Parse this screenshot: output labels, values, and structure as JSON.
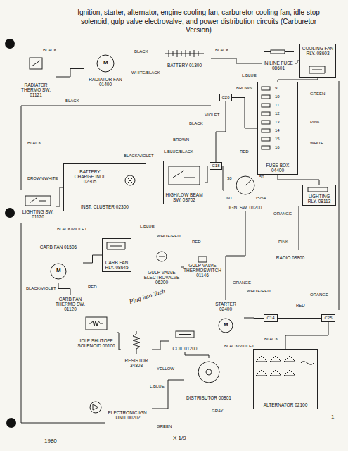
{
  "diagram": {
    "title": "Ignition, starter, alternator, engine cooling fan, carburetor cooling fan, idle stop solenoid, gulp valve electrovalve, and power distribution circuits (Carburetor Version)",
    "nodes": [
      {
        "text": [
          "BATTERY 01300"
        ]
      },
      {
        "text": [
          "RADIATOR FAN 01400"
        ]
      },
      {
        "text": [
          "RADIATOR THERMO SW. 01121"
        ]
      },
      {
        "text": [
          "IN LINE FUSE 08601"
        ]
      },
      {
        "text": [
          "COOLING FAN RLY. 08603"
        ]
      },
      {
        "text": [
          "FUSE BOX 04400"
        ]
      },
      {
        "text": [
          "C20"
        ]
      },
      {
        "text": [
          "INST. CLUSTER 02300"
        ]
      },
      {
        "text": [
          "BATTERY CHARGE INDI. 02305"
        ],
        "in": 7
      },
      {
        "text": [
          "HIGH/LOW BEAM SW. 03702"
        ]
      },
      {
        "text": [
          "C18"
        ]
      },
      {
        "text": [
          "IGN. SW. 01200"
        ]
      },
      {
        "text": [
          "LIGHTING RLY. 08113"
        ]
      },
      {
        "text": [
          "LIGHTING SW. 01120"
        ]
      },
      {
        "text": [
          "CARB FAN RLY. 08645"
        ]
      },
      {
        "text": [
          "GULP VALVE ELECTROVALVE 06200"
        ]
      },
      {
        "text": [
          "GULP VALVE THERMOSWITCH 01146"
        ]
      },
      {
        "text": [
          "RADIO 08800"
        ]
      },
      {
        "text": [
          "CARB FAN 01506"
        ]
      },
      {
        "text": [
          "CARB FAN THERMO SW. 01120"
        ]
      },
      {
        "text": [
          "STARTER 02400"
        ]
      },
      {
        "text": [
          "IDLE SHUTOFF SOLENOID 06100"
        ]
      },
      {
        "text": [
          "RESISTOR 34803"
        ]
      },
      {
        "text": [
          "COIL 01200"
        ]
      },
      {
        "text": [
          "DISTRIBUTOR 00801"
        ]
      },
      {
        "text": [
          "ALTERNATOR 02100"
        ]
      },
      {
        "text": [
          "ELECTRONIC IGN. UNIT 00202"
        ]
      },
      {
        "text": [
          "C14"
        ]
      },
      {
        "text": [
          "C25"
        ]
      }
    ],
    "edges": [
      {
        "from": 2,
        "to": 1,
        "arrow": "none"
      },
      {
        "from": 0,
        "to": 3,
        "arrow": "none"
      },
      {
        "from": 3,
        "to": 4,
        "arrow": "none"
      },
      {
        "from": 4,
        "to": 5,
        "arrow": "none"
      },
      {
        "from": 6,
        "to": 5,
        "arrow": "none"
      },
      {
        "from": 6,
        "to": 10,
        "arrow": "none"
      },
      {
        "from": 10,
        "to": 11,
        "arrow": "none"
      },
      {
        "from": 9,
        "to": 10,
        "arrow": "none"
      },
      {
        "from": 5,
        "to": 12,
        "arrow": "none"
      },
      {
        "from": 13,
        "to": 7,
        "arrow": "none"
      },
      {
        "from": 14,
        "to": 18,
        "arrow": "none"
      },
      {
        "from": 18,
        "to": 19,
        "arrow": "none"
      },
      {
        "from": 16,
        "to": 15,
        "arrow": "none"
      },
      {
        "from": 11,
        "to": 20,
        "arrow": "none"
      },
      {
        "from": 20,
        "to": 27,
        "arrow": "none"
      },
      {
        "from": 27,
        "to": 28,
        "arrow": "none"
      },
      {
        "from": 22,
        "to": 23,
        "arrow": "none"
      },
      {
        "from": 23,
        "to": 24,
        "arrow": "none"
      },
      {
        "from": 24,
        "to": 26,
        "arrow": "none"
      },
      {
        "from": 21,
        "to": 22,
        "arrow": "none"
      },
      {
        "from": 28,
        "to": 25,
        "arrow": "none"
      }
    ],
    "labels": [
      "BLACK",
      "BLACK",
      "WHITE/BLACK",
      "BLACK",
      "BROWN",
      "L.BLUE",
      "BLACK",
      "VIOLET",
      "BLACK",
      "BROWN",
      "L.BLUE/BLACK",
      "BLACK/VIOLET",
      "RED",
      "GREEN",
      "PINK",
      "WHITE",
      "ORANGE",
      "BLACK",
      "BROWN",
      "WHITE",
      "BLACK/VIOLET",
      "L.BLUE",
      "WHITE/RED",
      "RED",
      "PINK",
      "ORANGE",
      "BLACK/VIOLET",
      "RED",
      "WHITE/RED",
      "BLACK",
      "RED",
      "ORANGE",
      "BLACK/VIOLET",
      "YELLOW",
      "L.BLUE",
      "GREEN",
      "GRAY",
      "9",
      "10",
      "11",
      "12",
      "13",
      "14",
      "15",
      "16",
      "30",
      "50",
      "15/54",
      "INT",
      "M",
      "M",
      "M",
      "1980",
      "X 1/9",
      "1",
      "Plug into Tach"
    ]
  }
}
